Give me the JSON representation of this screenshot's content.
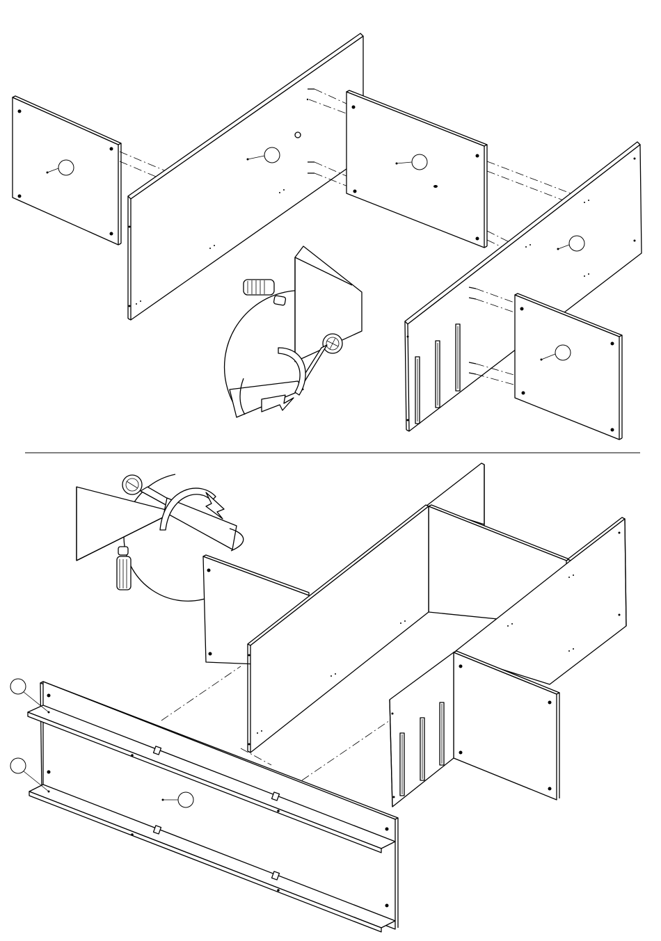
{
  "figure": {
    "description_free": true,
    "steps": [
      {
        "name": "upper-step",
        "callouts": 5
      },
      {
        "name": "lower-step",
        "callouts": 3
      }
    ],
    "line_color": "#000000",
    "background_color": "#ffffff",
    "icons": [
      "screwdriver-icon",
      "cam-lock-icon",
      "dowel-icon",
      "rotation-arrow-icon"
    ]
  }
}
